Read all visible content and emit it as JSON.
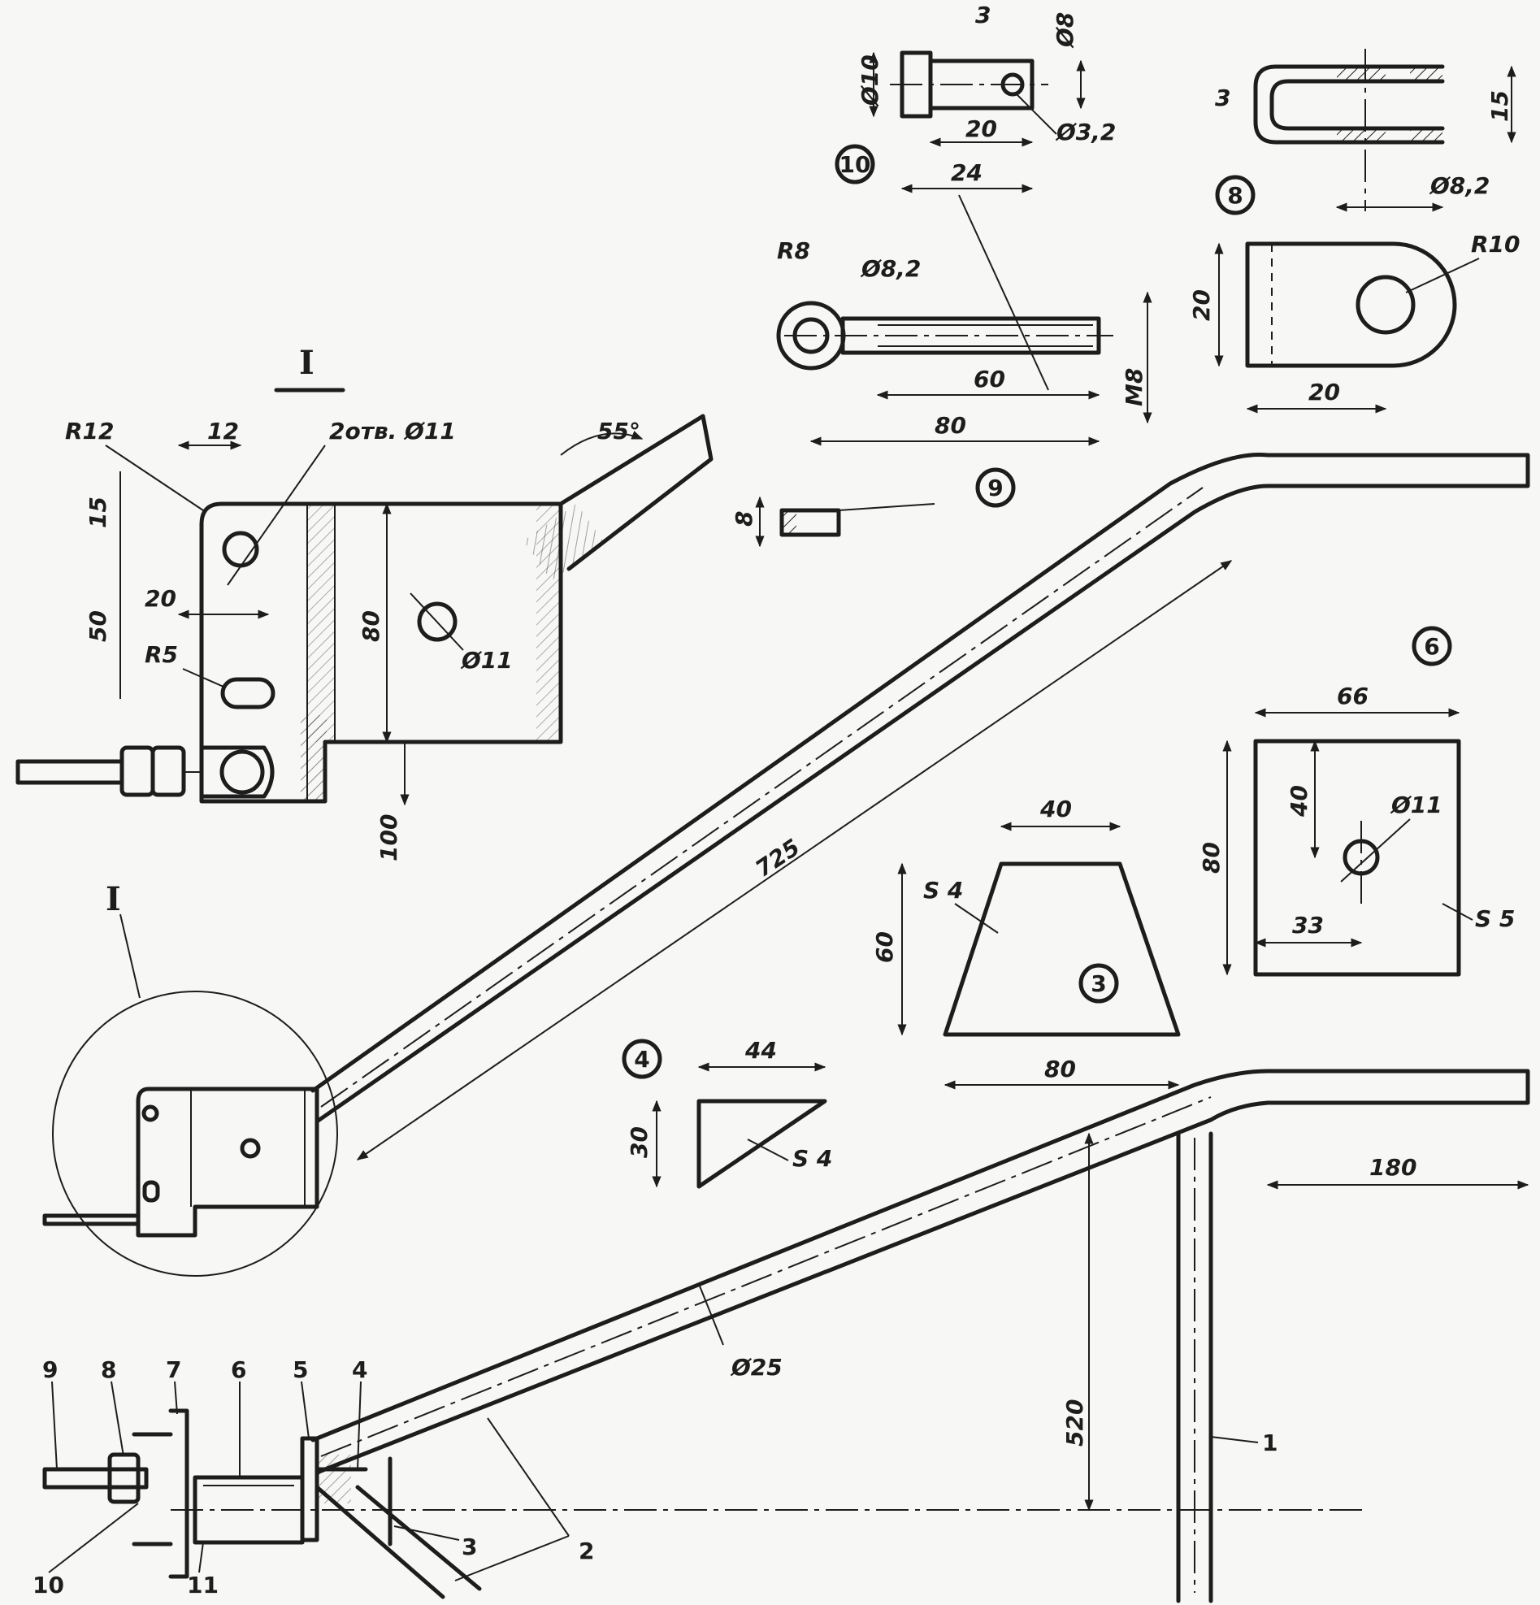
{
  "drawing": {
    "detail_view_mark": "I",
    "callout_mark": "I",
    "overall_dims": {
      "tube_length": "725",
      "height": "520",
      "end_length": "180",
      "tube_diameter": "Ø25"
    },
    "detail_I": {
      "corner_radius": "R12",
      "hole_offset": "12",
      "hole_spec": "2отв. Ø11",
      "angle": "55°",
      "top_offset": "15",
      "hole_pitch": "50",
      "slot_offset": "20",
      "slot_radius": "R5",
      "plate_height": "80",
      "hole_diameter": "Ø11",
      "base_length": "100",
      "plate_thickness": "8"
    },
    "part_10": {
      "number": "10",
      "head_diameter": "Ø10",
      "hole_offset": "3",
      "shank_diameter": "Ø8",
      "shank_length": "20",
      "total_length": "24",
      "pin_hole": "Ø3,2"
    },
    "part_9": {
      "number": "9",
      "eye_radius": "R8",
      "eye_hole": "Ø8,2",
      "thread_length": "60",
      "total_length": "80",
      "thread": "M8"
    },
    "part_8": {
      "number": "8",
      "thickness": "3",
      "height": "15",
      "hole": "Ø8,2",
      "radius": "R10",
      "width": "20",
      "length": "20"
    },
    "part_6": {
      "number": "6",
      "width": "66",
      "height": "80",
      "hole_height": "40",
      "hole_offset": "33",
      "hole": "Ø11",
      "thickness": "S 5"
    },
    "part_3": {
      "number": "3",
      "top": "40",
      "height": "60",
      "bottom": "80",
      "thickness": "S 4"
    },
    "part_4": {
      "number": "4",
      "length": "44",
      "height": "30",
      "thickness": "S 4"
    },
    "assembly_positions": [
      "9",
      "8",
      "7",
      "6",
      "5",
      "4",
      "1",
      "2",
      "3",
      "10",
      "11"
    ]
  }
}
